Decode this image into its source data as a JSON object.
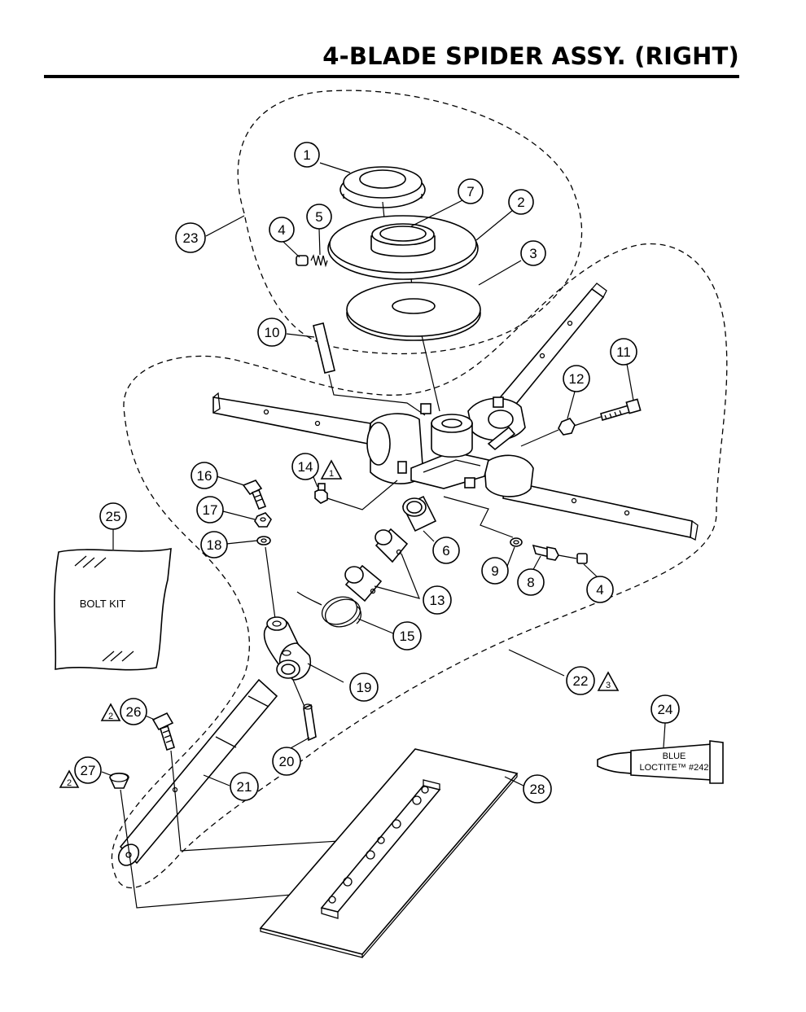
{
  "title": "4-BLADE SPIDER ASSY. (RIGHT)",
  "callouts": [
    {
      "label": "1"
    },
    {
      "label": "2"
    },
    {
      "label": "3"
    },
    {
      "label": "4"
    },
    {
      "label": "5"
    },
    {
      "label": "7"
    },
    {
      "label": "23"
    },
    {
      "label": "10"
    },
    {
      "label": "11"
    },
    {
      "label": "12"
    },
    {
      "label": "14"
    },
    {
      "label": "16"
    },
    {
      "label": "17"
    },
    {
      "label": "18"
    },
    {
      "label": "25"
    },
    {
      "label": "6"
    },
    {
      "label": "9"
    },
    {
      "label": "8"
    },
    {
      "label": "4"
    },
    {
      "label": "13"
    },
    {
      "label": "15"
    },
    {
      "label": "19"
    },
    {
      "label": "22"
    },
    {
      "label": "24"
    },
    {
      "label": "26"
    },
    {
      "label": "20"
    },
    {
      "label": "21"
    },
    {
      "label": "27"
    },
    {
      "label": "28"
    }
  ],
  "notes": [
    {
      "label": "1"
    },
    {
      "label": "3"
    },
    {
      "label": "2"
    },
    {
      "label": "2"
    }
  ],
  "bolt_kit_label": "BOLT KIT",
  "loctite_line1": "BLUE",
  "loctite_line2": "LOCTITE™ #242"
}
